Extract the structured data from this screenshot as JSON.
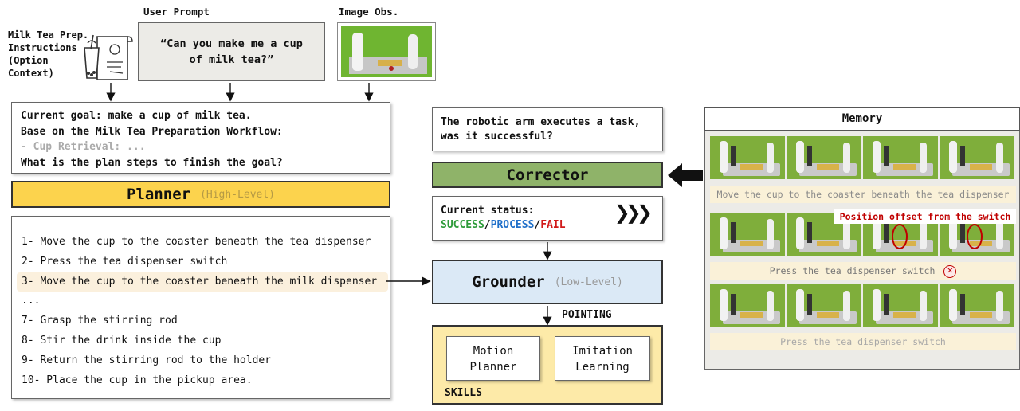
{
  "inputs": {
    "instructions_label": "Milk Tea Prep.\nInstructions\n(Option\nContext)",
    "user_prompt_label": "User Prompt",
    "user_prompt_text": "“Can you make me a cup of milk tea?”",
    "image_obs_label": "Image Obs."
  },
  "goal_box": {
    "line1": "Current goal: make a cup of milk tea.",
    "line2": "Base on the Milk Tea Preparation Workflow:",
    "line3": "- Cup Retrieval: ...",
    "line4": "What is the plan steps to finish the goal?"
  },
  "planner": {
    "title": "Planner",
    "level": "(High-Level)"
  },
  "plan_steps": [
    "1- Move the cup to the coaster beneath the tea dispenser",
    "2- Press the tea dispenser switch",
    "3- Move the cup to the coaster beneath the milk dispenser",
    "...",
    "7- Grasp the stirring rod",
    "8- Stir the drink inside the cup",
    "9- Return the stirring rod to the holder",
    "10- Place the cup in the pickup area."
  ],
  "corrector_prompt": "The robotic arm executes a task,\nwas it successful?",
  "corrector": {
    "title": "Corrector"
  },
  "status": {
    "label": "Current status:",
    "success": "SUCCESS",
    "sep1": "/",
    "process": "PROCESS",
    "sep2": "/",
    "fail": "FAIL",
    "arrows": "❯❯❯"
  },
  "grounder": {
    "title": "Grounder",
    "level": "(Low-Level)"
  },
  "pointing": "POINTING",
  "skills": {
    "label": "SKILLS",
    "motion_planner": "Motion\nPlanner",
    "imitation_learning": "Imitation\nLearning"
  },
  "memory": {
    "title": "Memory",
    "caption1": "Move the cup to the coaster beneath the tea dispenser",
    "caption2": "Press the tea dispenser switch",
    "caption3": "Press the tea dispenser switch",
    "offset_note": "Position offset from the switch",
    "fail_mark": "✕"
  },
  "colors": {
    "success": "#2e9b3a",
    "process": "#1f6fc9",
    "fail": "#d11a1a",
    "planner_fill": "#fcd34d",
    "corrector_fill": "#8fb369",
    "grounder_fill": "#dbe9f6",
    "skills_fill": "#fdeaa8",
    "note_red": "#c00000"
  }
}
